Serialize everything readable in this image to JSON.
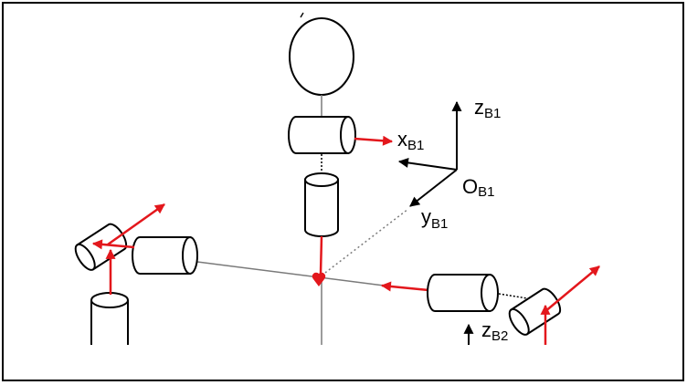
{
  "diagram": {
    "labels": {
      "z_b1": {
        "main": "z",
        "sub": "B1"
      },
      "x_b1": {
        "main": "x",
        "sub": "B1"
      },
      "o_b1": {
        "main": "O",
        "sub": "B1"
      },
      "y_b1": {
        "main": "y",
        "sub": "B1"
      },
      "z_b2": {
        "main": "z",
        "sub": "B2"
      }
    }
  },
  "colors": {
    "axis_red": "#e3171c",
    "ink": "#000000",
    "guide": "#7a7a7a"
  }
}
